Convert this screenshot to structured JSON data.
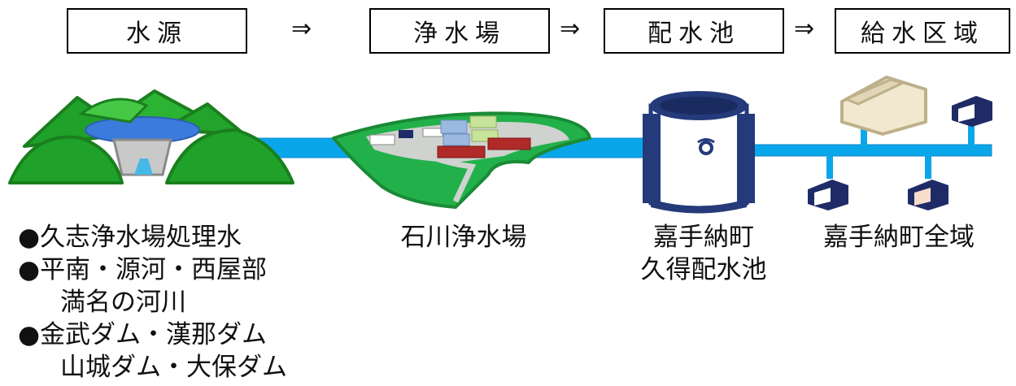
{
  "stages": [
    "水源",
    "浄水場",
    "配水池",
    "給水区域"
  ],
  "arrow": "⇒",
  "source_list": [
    {
      "bullet": "●",
      "text": "久志浄水場処理水"
    },
    {
      "bullet": "●",
      "text": "平南・源河・西屋部"
    },
    {
      "bullet": "",
      "text": "満名の河川"
    },
    {
      "bullet": "●",
      "text": "金武ダム・漢那ダム"
    },
    {
      "bullet": "",
      "text": "山城ダム・大保ダム"
    }
  ],
  "plant_caption": "石川浄水場",
  "reservoir_caption": [
    "嘉手納町",
    "久得配水池"
  ],
  "area_caption": "嘉手納町全域",
  "colors": {
    "water": "#0aa6ea",
    "mountain": "#1fa12a",
    "mountain_edge": "#1a7f1e",
    "tank": "#243a7a",
    "plant_ground": "#22b04a",
    "building_red": "#b02a2a"
  },
  "icons": [
    "dam-mountains-icon",
    "water-plant-icon",
    "reservoir-tank-icon",
    "house-icon",
    "building-icon"
  ]
}
